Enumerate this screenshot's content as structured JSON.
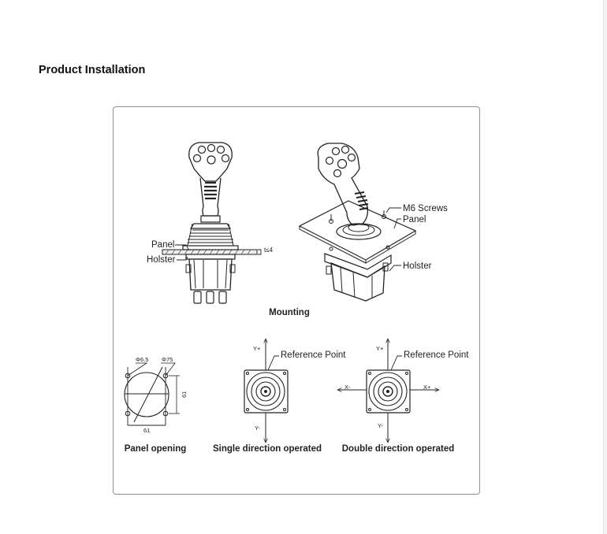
{
  "page": {
    "title": "Product Installation"
  },
  "diagram": {
    "mounting": {
      "caption": "Mounting",
      "left_labels": {
        "panel": "Panel",
        "holster": "Holster",
        "thickness": "t≤4"
      },
      "right_labels": {
        "screws": "M6 Screws",
        "panel": "Panel",
        "holster": "Holster"
      }
    },
    "panel_opening": {
      "caption": "Panel opening",
      "hole_dia": "Φ6.5",
      "cutout_dia": "Φ75",
      "width": "61",
      "height": "61"
    },
    "single_direction": {
      "caption": "Single direction operated",
      "ref_label": "Reference Point",
      "y_plus": "Y+",
      "y_minus": "Y-"
    },
    "double_direction": {
      "caption": "Double direction operated",
      "ref_label": "Reference Point",
      "y_plus": "Y+",
      "y_minus": "Y-",
      "x_plus": "X+",
      "x_minus": "X-"
    }
  },
  "colors": {
    "line": "#222222",
    "frame": "#8f8f8f",
    "panel_fill": "#eeeeee"
  }
}
